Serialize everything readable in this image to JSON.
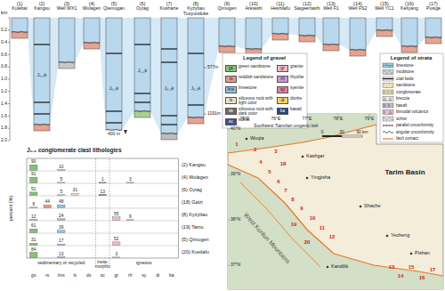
{
  "diagram": {
    "labels": [
      "km",
      "0.2",
      "0.4",
      "0.6",
      "0.8",
      "1.0",
      "1.2",
      "1.4",
      "1.6",
      "1.8",
      "2.0",
      "(1)",
      "Kulebai",
      "(2)",
      "Kangsu",
      "(3)",
      "Well WX1",
      "(4)",
      "Wulagen",
      "(5)",
      "Qiemugan",
      "(6)",
      "Oytag",
      "(7)",
      "Kusharte",
      "(8)",
      "Kyzyltau Tuoyunduke",
      "(9)",
      "Qimugen",
      "(10)",
      "Aretashi",
      "(11)",
      "Heshilafu",
      "(12)",
      "Saigeertashi",
      "(13)",
      "Well F1",
      "(14)",
      "Well FS2",
      "(15)",
      "Well YC1",
      "(16)",
      "Keliyang",
      "(17)",
      "Pusige",
      "577m",
      "1191m",
      "400 m",
      "J₁₋₂k",
      "J₁₋₂k",
      "J₁₋₂k",
      "J₁₋₂k",
      "J₁₋₂k",
      "Legend of gravel",
      "gs",
      "rs",
      "lms",
      "ls",
      "ds",
      "sc",
      "gr",
      "rh",
      "sy",
      "di",
      "ba",
      "Legend of strata",
      "J₁₋₂ conglomerate clast lithologies",
      "percent (%)",
      "(2) Kangsu",
      "(4) Wulagen",
      "(6) Oytag",
      "(18) Gaizi",
      "(8) Kyzyltau",
      "(19) Tamu",
      "(5) Qimugen",
      "(20) Kusilafu",
      "sedimentary or recycled",
      "meta-morphic",
      "igneous",
      "gs",
      "rs",
      "lms",
      "ls",
      "ds",
      "sc",
      "gr",
      "rh",
      "sy",
      "di",
      "ba",
      "90",
      "10",
      "91",
      "5",
      "1",
      "3",
      "51",
      "5",
      "31",
      "13",
      "8",
      "44",
      "48",
      "12",
      "24",
      "55",
      "9",
      "61",
      "39",
      "31",
      "17",
      "52",
      "84",
      "13",
      "3",
      "75°E",
      "76°E",
      "77°E",
      "78°E",
      "79°E",
      "40°N",
      "39°N",
      "38°N",
      "37°N",
      "Southwest Tianshan orogenic belt",
      "Wuqia",
      "Kashgar",
      "Tarim Basin",
      "Yingjisha",
      "West Kunlun Mountains",
      "Shache",
      "Yecheng",
      "Pishan",
      "Kandilik",
      "0",
      "30",
      "60 km",
      "1",
      "2",
      "3",
      "4",
      "5",
      "6",
      "7",
      "8",
      "9",
      "10",
      "11",
      "12",
      "13",
      "14",
      "15",
      "16",
      "17",
      "18",
      "19",
      "20"
    ],
    "legend": [
      {
        "text": "green sandstone",
        "color": "#86c07a"
      },
      {
        "text": "reddish sandstone",
        "color": "#e39a83"
      },
      {
        "text": "limestone",
        "color": "#8fc3e6"
      },
      {
        "text": "siliceous rock with light color",
        "color": "#e9e2c9"
      },
      {
        "text": "siliceous rock with dark color",
        "color": "#6e6a64"
      },
      {
        "text": "schist",
        "color": "#3d4f9a"
      },
      {
        "text": "granite",
        "color": "#f3b6c8"
      },
      {
        "text": "rhyolite",
        "color": "#c39bd3"
      },
      {
        "text": "syenite",
        "color": "#e07fa6"
      },
      {
        "text": "diorite",
        "color": "#f0d36b"
      },
      {
        "text": "basalt",
        "color": "#23457f"
      },
      {
        "text": "limestone"
      },
      {
        "text": "mudstone"
      },
      {
        "text": "coal beds"
      },
      {
        "text": "sandstone"
      },
      {
        "text": "conglomerate"
      },
      {
        "text": "breccia"
      },
      {
        "text": "basalt"
      },
      {
        "text": "bimodal volcanics"
      },
      {
        "text": "schist"
      },
      {
        "text": "parallel unconformity"
      },
      {
        "text": "angular unconformity"
      },
      {
        "text": "fault contact"
      }
    ]
  }
}
